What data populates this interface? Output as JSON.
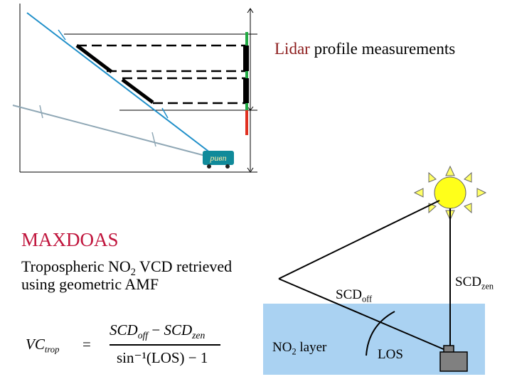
{
  "lidar": {
    "title_accent": "Lidar",
    "title_rest": " profile measurements",
    "van_label": "ривп"
  },
  "maxdoas": {
    "title": "MAXDOAS",
    "desc_part1": "Tropospheric NO",
    "desc_sub": "2",
    "desc_part2": " VCD retrieved using geometric AMF"
  },
  "formula": {
    "lhs_main": "VC",
    "lhs_sub": "trop",
    "equals": "=",
    "numerator_a": "SCD",
    "numerator_a_sub": "off",
    "minus": " − ",
    "numerator_b": "SCD",
    "numerator_b_sub": "zen",
    "denominator": "sin⁻¹(LOS) − 1"
  },
  "diagram": {
    "scd_off_main": "SCD",
    "scd_off_sub": "off",
    "scd_zen_main": "SCD",
    "scd_zen_sub": "zen",
    "no2_main": "NO",
    "no2_sub": "2",
    "no2_rest": " layer",
    "los": "LOS"
  },
  "colors": {
    "lidar_accent": "#8b1a1a",
    "maxdoas_title": "#c0143c",
    "beam_blue": "#1f8fc9",
    "beam_gray": "#8fa7b5",
    "sun_fill": "#ffff1a",
    "ray_fill": "#ffff66",
    "layer_blue": "#aad2f2",
    "instrument_gray": "#808080"
  }
}
